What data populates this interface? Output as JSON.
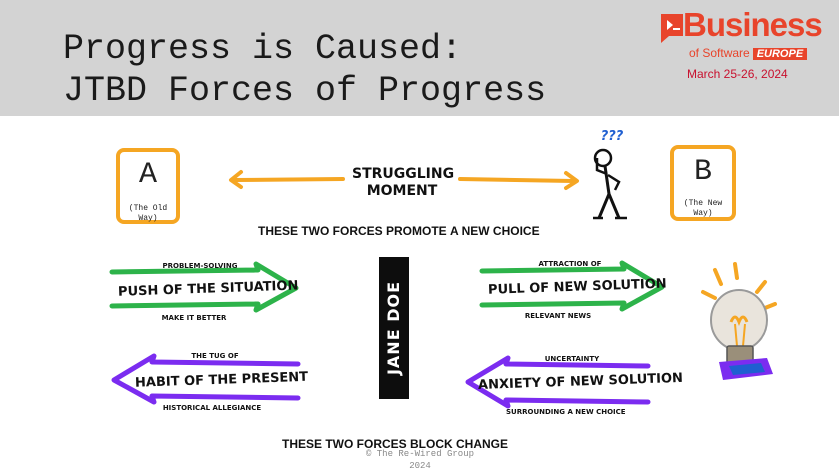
{
  "header": {
    "title_line1": "Progress is Caused:",
    "title_line2": "JTBD Forces of Progress"
  },
  "logo": {
    "word": "Business",
    "sub": "of Software",
    "region": "EUROPE",
    "date": "March 25-26, 2024"
  },
  "colors": {
    "orange": "#f5a623",
    "green": "#2db34a",
    "purple": "#7b2cf0",
    "brand": "#e8442b"
  },
  "diagram": {
    "box_a": {
      "letter": "A",
      "note": "(The Old Way)"
    },
    "box_b": {
      "letter": "B",
      "note": "(The New Way)"
    },
    "struggling": {
      "line1": "STRUGGLING",
      "line2": "MOMENT"
    },
    "question_marks": "???",
    "promote_caption_prefix": "THESE TWO FORCES PROMOTE ",
    "promote_caption_bold": "A NEW CHOICE",
    "block_caption_prefix": "THESE TWO FORCES ",
    "block_caption_bold": "BLOCK CHANGE",
    "center_label": "JANE DOE",
    "forces": {
      "push": {
        "top": "PROBLEM-SOLVING",
        "label": "PUSH OF THE SITUATION",
        "bottom": "MAKE IT BETTER"
      },
      "pull": {
        "top": "ATTRACTION OF",
        "label": "PULL OF NEW SOLUTION",
        "bottom": "RELEVANT NEWS"
      },
      "habit": {
        "top": "THE TUG OF",
        "label": "HABIT OF THE PRESENT",
        "bottom": "HISTORICAL ALLEGIANCE"
      },
      "anxiety": {
        "top": "UNCERTAINTY",
        "label": "ANXIETY OF NEW SOLUTION",
        "bottom": "SURROUNDING A NEW CHOICE"
      }
    }
  },
  "footer": {
    "copyright_line1": "© The Re-Wired Group",
    "copyright_line2": "2024"
  }
}
